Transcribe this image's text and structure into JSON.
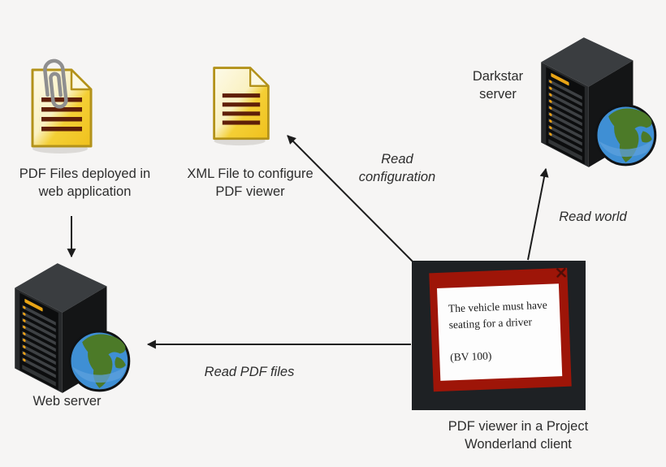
{
  "canvas": {
    "background": "#f6f5f4"
  },
  "colors": {
    "arrow": "#1c1c1c",
    "document_gold": "#f2c71f",
    "document_border": "#b3921a",
    "document_line": "#5f1f08",
    "viewer_frame_red": "#9e1508",
    "viewer_window_black": "#1e2124",
    "led_orange": "#f0a213",
    "globe_ocean": "#3f8fd4",
    "globe_land": "#4c7a28"
  },
  "nodes": {
    "pdf_files": {
      "label": "PDF Files deployed in\nweb application",
      "icon": "pdf-document-icon"
    },
    "xml_file": {
      "label": "XML File to configure\nPDF viewer",
      "icon": "xml-document-icon"
    },
    "darkstar_server": {
      "label": "Darkstar\nserver",
      "icon": "server-globe-icon"
    },
    "web_server": {
      "label": "Web server",
      "icon": "server-globe-icon"
    },
    "pdf_viewer": {
      "label": "PDF viewer in a Project\nWonderland client",
      "document_text": "The vehicle must have\nseating for a driver",
      "document_ref": "(BV 100)",
      "close_glyph": "✕"
    }
  },
  "edges": [
    {
      "id": "deploy-pdf",
      "from": "pdf_files",
      "to": "web_server",
      "label": ""
    },
    {
      "id": "read-pdf-files",
      "from": "pdf_viewer",
      "to": "web_server",
      "label": "Read PDF files"
    },
    {
      "id": "read-configuration",
      "from": "pdf_viewer",
      "to": "xml_file",
      "label": "Read\nconfiguration"
    },
    {
      "id": "read-world",
      "from": "pdf_viewer",
      "to": "darkstar_server",
      "label": "Read world"
    }
  ]
}
